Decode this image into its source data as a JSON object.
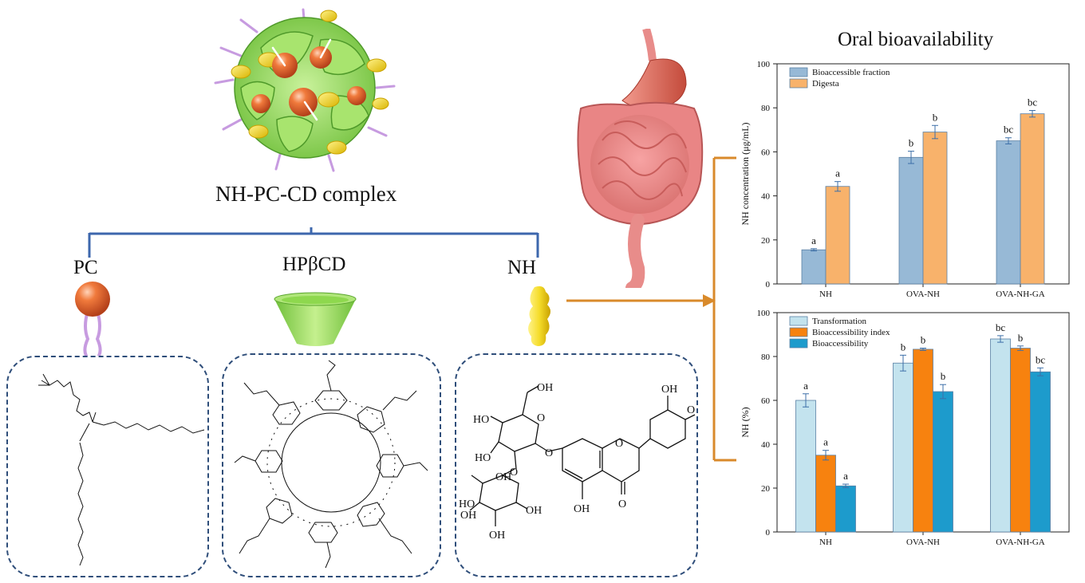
{
  "labels": {
    "complex": "NH-PC-CD complex",
    "pc": "PC",
    "hpbcd": "HPβCD",
    "nh": "NH",
    "oral_title": "Oral bioavailability"
  },
  "molecule_labels": {
    "ho1": "HO",
    "oh1": "OH",
    "oh2": "OH",
    "ho2": "HO",
    "oh3": "OH",
    "o_methoxy": "O",
    "o_ring": "O",
    "o_glyc1": "O",
    "o_glyc2": "O",
    "oh4": "OH",
    "o_sugar2": "O",
    "ho3": "HO",
    "oh5": "OH",
    "oh6": "OH",
    "oh7": "OH",
    "o_keto": "O"
  },
  "colors": {
    "blue_line": "#3d67ad",
    "orange_arrow": "#d98a2b",
    "dash_box": "#2f4e7a",
    "bar_bioaccessible_fraction": "#97b9d6",
    "bar_digesta": "#f8b26b",
    "bar_transformation": "#c3e3ee",
    "bar_bioaccessibility_index": "#f7820f",
    "bar_bioaccessibility": "#1d9bcc",
    "sphere_orange": "#e7652f",
    "cone_green": "#8ed84e",
    "nh_yellow": "#f0d21e"
  },
  "chart_data": [
    {
      "type": "bar",
      "title": "",
      "xlabel": "",
      "ylabel": "NH concentration (μg/mL)",
      "ylim": [
        0,
        100
      ],
      "yticks": [
        0,
        20,
        40,
        60,
        80,
        100
      ],
      "categories": [
        "NH",
        "OVA-NH",
        "OVA-NH-GA"
      ],
      "legend_position": "top-left",
      "grid": false,
      "series": [
        {
          "name": "Bioaccessible fraction",
          "values": [
            15.5,
            57.5,
            65.0
          ],
          "errors": [
            0.5,
            2.8,
            1.4
          ],
          "letters": [
            "a",
            "b",
            "bc"
          ]
        },
        {
          "name": "Digesta",
          "values": [
            44.3,
            69.0,
            77.3
          ],
          "errors": [
            2.2,
            3.0,
            1.5
          ],
          "letters": [
            "a",
            "b",
            "bc"
          ]
        }
      ]
    },
    {
      "type": "bar",
      "title": "",
      "xlabel": "",
      "ylabel": "NH (%)",
      "ylim": [
        0,
        100
      ],
      "yticks": [
        0,
        20,
        40,
        60,
        80,
        100
      ],
      "categories": [
        "NH",
        "OVA-NH",
        "OVA-NH-GA"
      ],
      "legend_position": "top-left",
      "grid": false,
      "series": [
        {
          "name": "Transformation",
          "values": [
            60.0,
            77.0,
            88.0
          ],
          "errors": [
            3.0,
            3.6,
            1.5
          ],
          "letters": [
            "a",
            "b",
            "bc"
          ]
        },
        {
          "name": "Bioaccessibility index",
          "values": [
            35.0,
            83.3,
            83.8
          ],
          "errors": [
            2.2,
            0.5,
            1.0
          ],
          "letters": [
            "a",
            "b",
            "b"
          ]
        },
        {
          "name": "Bioaccessibility",
          "values": [
            21.0,
            64.0,
            73.0
          ],
          "errors": [
            0.8,
            3.2,
            1.8
          ],
          "letters": [
            "a",
            "b",
            "bc"
          ]
        }
      ]
    }
  ]
}
